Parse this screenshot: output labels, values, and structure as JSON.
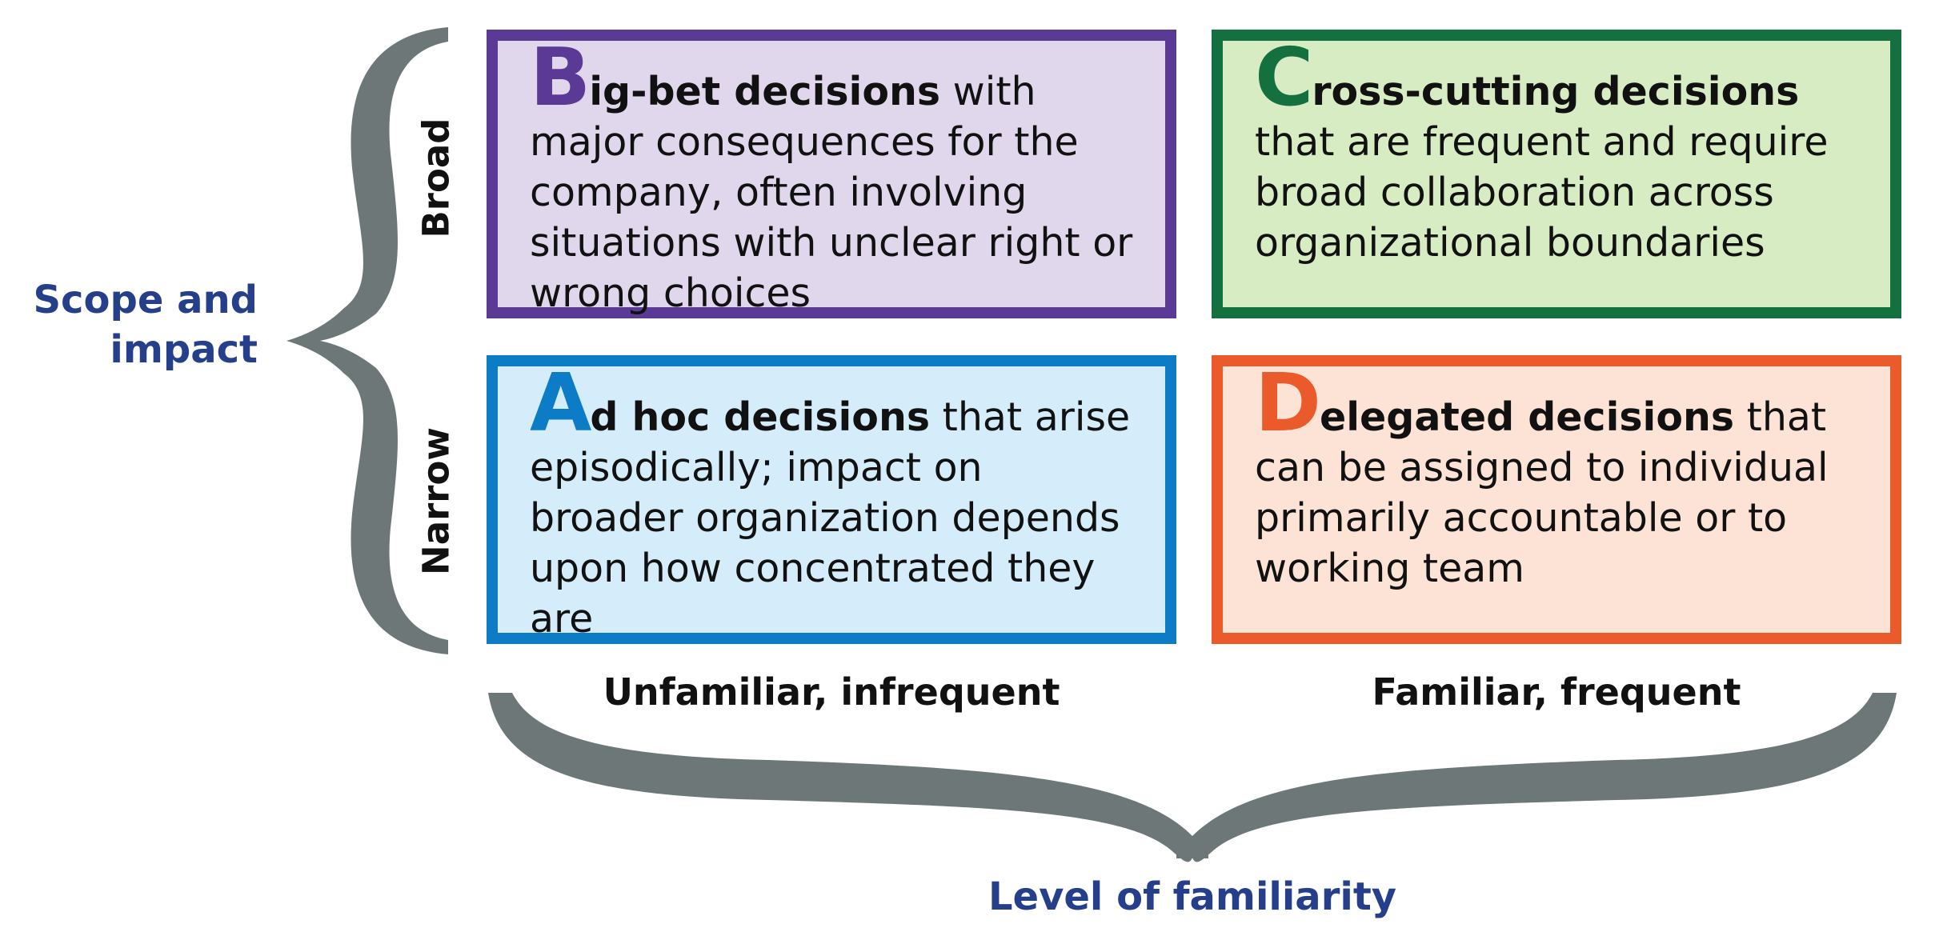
{
  "colors": {
    "brace": "#6d7777",
    "axis_title": "#253f8a",
    "b_border": "#5b3a96",
    "b_fill": "#e1d7ec",
    "b_letter": "#5b3a96",
    "c_border": "#15703f",
    "c_fill": "#d7ecc2",
    "c_letter": "#15703f",
    "a_border": "#0c7cc6",
    "a_fill": "#d5edfb",
    "a_letter": "#0c7cc6",
    "d_border": "#ea5a2b",
    "d_fill": "#fde3d6",
    "d_letter": "#ea5a2b"
  },
  "y_axis": {
    "title_line1": "Scope and",
    "title_line2": "impact",
    "top_label": "Broad",
    "bottom_label": "Narrow"
  },
  "x_axis": {
    "title": "Level of familiarity",
    "left_label": "Unfamiliar, infrequent",
    "right_label": "Familiar, frequent"
  },
  "quadrants": {
    "b": {
      "letter": "B",
      "bold": "ig-bet decisions",
      "rest": " with major consequences for the company, often involving situations with unclear right or wrong choices"
    },
    "c": {
      "letter": "C",
      "bold": "ross-cutting decisions",
      "rest": " that are frequent and require broad collaboration across organizational boundaries"
    },
    "a": {
      "letter": "A",
      "bold": "d hoc decisions",
      "rest": " that arise episodically; impact on broader organization depends upon how concentrated they are"
    },
    "d": {
      "letter": "D",
      "bold": "elegated decisions",
      "rest": " that can be assigned to individual primarily accountable or to working team"
    }
  }
}
